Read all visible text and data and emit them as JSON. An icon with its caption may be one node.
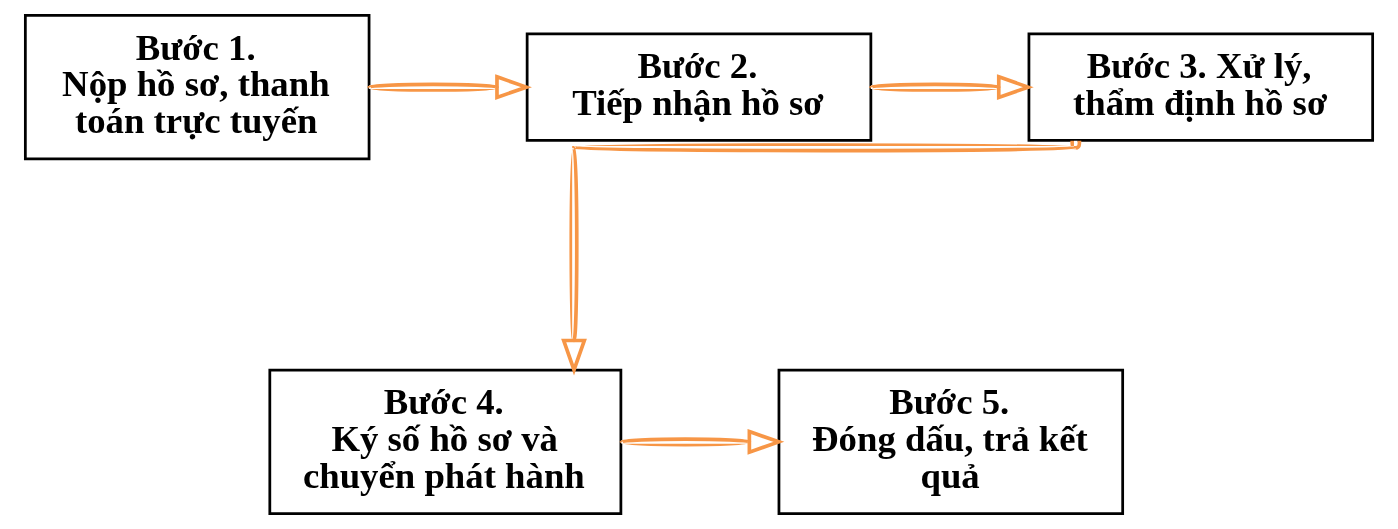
{
  "diagram": {
    "nodes": [
      {
        "text": [
          "Bước 1.",
          "Nộp hồ sơ, thanh toán trực tuyến"
        ]
      },
      {
        "text": [
          "Bước 2.",
          "Tiếp nhận hồ sơ"
        ]
      },
      {
        "text": [
          "Bước 3. Xử lý, thẩm định hồ sơ"
        ]
      },
      {
        "text": [
          "Bước 4.",
          "Ký số hồ sơ và chuyển phát hành"
        ]
      },
      {
        "text": [
          "Bước 5.",
          "Đóng dấu, trả kết quả"
        ]
      }
    ],
    "edges": [
      {
        "from": 0,
        "to": 1,
        "arrow": "to"
      },
      {
        "from": 1,
        "to": 2,
        "arrow": "to"
      },
      {
        "from": 2,
        "to": 3,
        "arrow": "to"
      },
      {
        "from": 3,
        "to": 4,
        "arrow": "to"
      }
    ]
  }
}
